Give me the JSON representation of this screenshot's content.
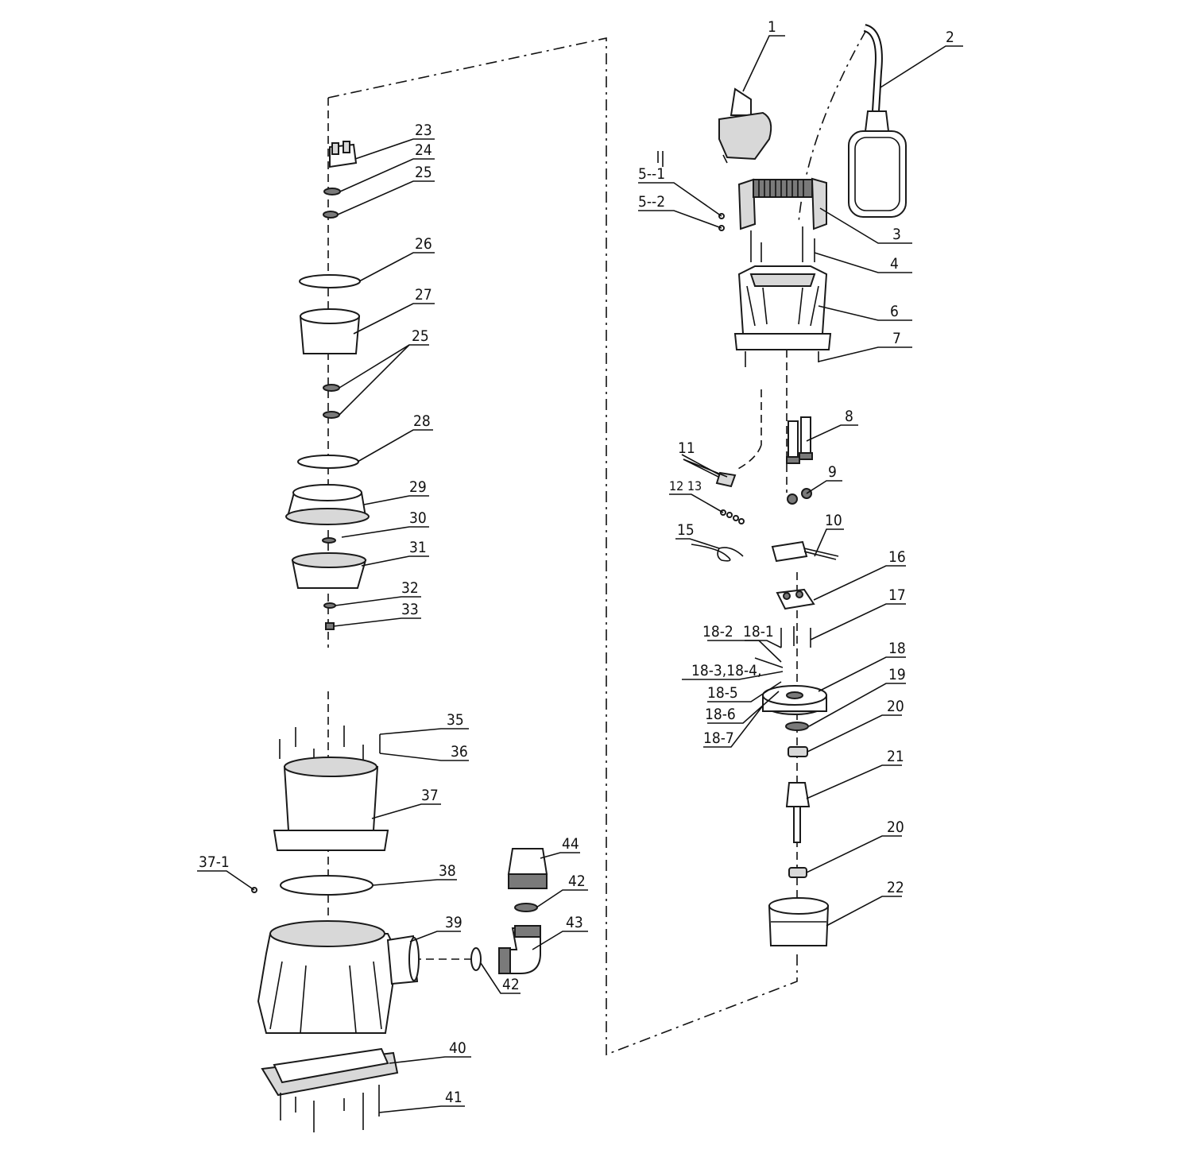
{
  "labels": {
    "p1": "1",
    "p2": "2",
    "p3": "3",
    "p4": "4",
    "p5_1": "5--1",
    "p5_2": "5--2",
    "p6": "6",
    "p7": "7",
    "p8": "8",
    "p9": "9",
    "p10": "10",
    "p11": "11",
    "p12_13": "12 13",
    "p15": "15",
    "p16": "16",
    "p17": "17",
    "p18": "18",
    "p18_1": "18-1",
    "p18_2": "18-2",
    "p18_3": "18-3,18-4,",
    "p18_5": "18-5",
    "p18_6": "18-6",
    "p18_7": "18-7",
    "p19": "19",
    "p20a": "20",
    "p20b": "20",
    "p21": "21",
    "p22": "22",
    "p23": "23",
    "p24": "24",
    "p25a": "25",
    "p25b": "25",
    "p26": "26",
    "p27": "27",
    "p28": "28",
    "p29": "29",
    "p30": "30",
    "p31": "31",
    "p32": "32",
    "p33": "33",
    "p35": "35",
    "p36": "36",
    "p37": "37",
    "p37_1": "37-1",
    "p38": "38",
    "p39": "39",
    "p40": "40",
    "p41": "41",
    "p42a": "42",
    "p42b": "42",
    "p43": "43",
    "p44": "44"
  }
}
